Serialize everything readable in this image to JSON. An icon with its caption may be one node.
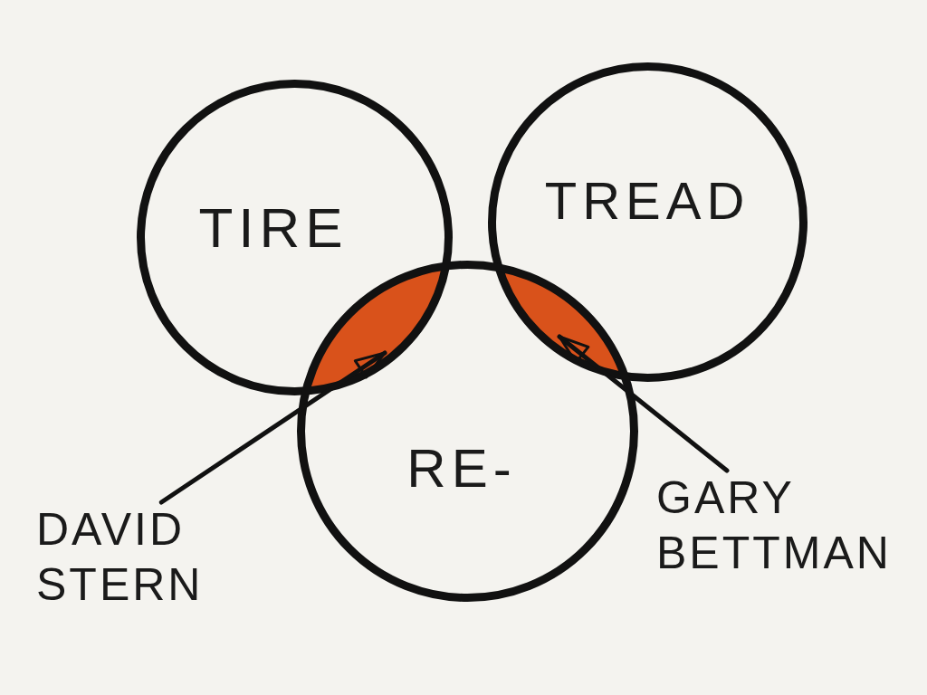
{
  "diagram": {
    "nodes": [
      {
        "text": [
          "TIRE"
        ]
      },
      {
        "text": [
          "TREAD"
        ]
      },
      {
        "text": [
          "RE-"
        ]
      },
      {
        "text": [],
        "shape": "lens"
      },
      {
        "text": [],
        "shape": "lens"
      },
      {
        "text": [
          "DAVID STERN"
        ]
      },
      {
        "text": [
          "GARY BETTMAN"
        ]
      }
    ],
    "edges": [
      {
        "from": 5,
        "to": 3,
        "arrow": "to"
      },
      {
        "from": 6,
        "to": 4,
        "arrow": "to"
      }
    ]
  }
}
